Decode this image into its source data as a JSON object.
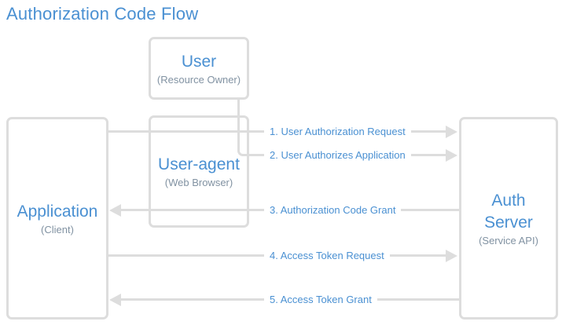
{
  "title": "Authorization Code Flow",
  "colors": {
    "accent": "#4a90d2",
    "muted": "#8192a2",
    "line": "#dddddd"
  },
  "nodes": {
    "user": {
      "label": "User",
      "sublabel": "(Resource Owner)"
    },
    "user_agent": {
      "label": "User-agent",
      "sublabel": "(Web Browser)"
    },
    "application": {
      "label": "Application",
      "sublabel": "(Client)"
    },
    "auth_server": {
      "label": "Auth Server",
      "sublabel": "(Service API)"
    }
  },
  "flows": [
    {
      "step": "1",
      "label": "1. User Authorization Request",
      "from": "Application",
      "to": "Auth Server",
      "direction": "right"
    },
    {
      "step": "2",
      "label": "2. User Authorizes Application",
      "from": "User",
      "to": "Auth Server",
      "direction": "right"
    },
    {
      "step": "3",
      "label": "3. Authorization Code Grant",
      "from": "Auth Server",
      "to": "Application",
      "direction": "left"
    },
    {
      "step": "4",
      "label": "4. Access Token Request",
      "from": "Application",
      "to": "Auth Server",
      "direction": "right"
    },
    {
      "step": "5",
      "label": "5. Access Token Grant",
      "from": "Auth Server",
      "to": "Application",
      "direction": "left"
    }
  ]
}
